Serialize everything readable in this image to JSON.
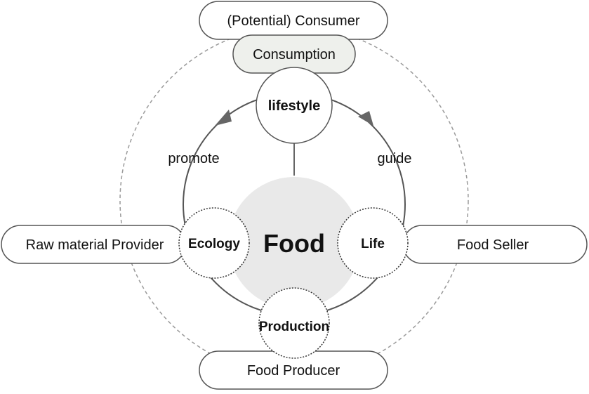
{
  "roles": {
    "consumer": "(Potential) Consumer",
    "raw_provider": "Raw material Provider",
    "seller": "Food Seller",
    "producer": "Food Producer"
  },
  "stages": {
    "consumption": "Consumption",
    "lifestyle": "lifestyle",
    "ecology": "Ecology",
    "life": "Life",
    "production": "Production"
  },
  "center": {
    "food": "Food"
  },
  "arrows": {
    "promote": "promote",
    "guide": "guide"
  },
  "colors": {
    "line": "#555555",
    "dash": "#9a9a9a",
    "food_fill": "#e9e9e9",
    "consumption_fill": "#eef0ec",
    "arrow_head": "#666666"
  }
}
